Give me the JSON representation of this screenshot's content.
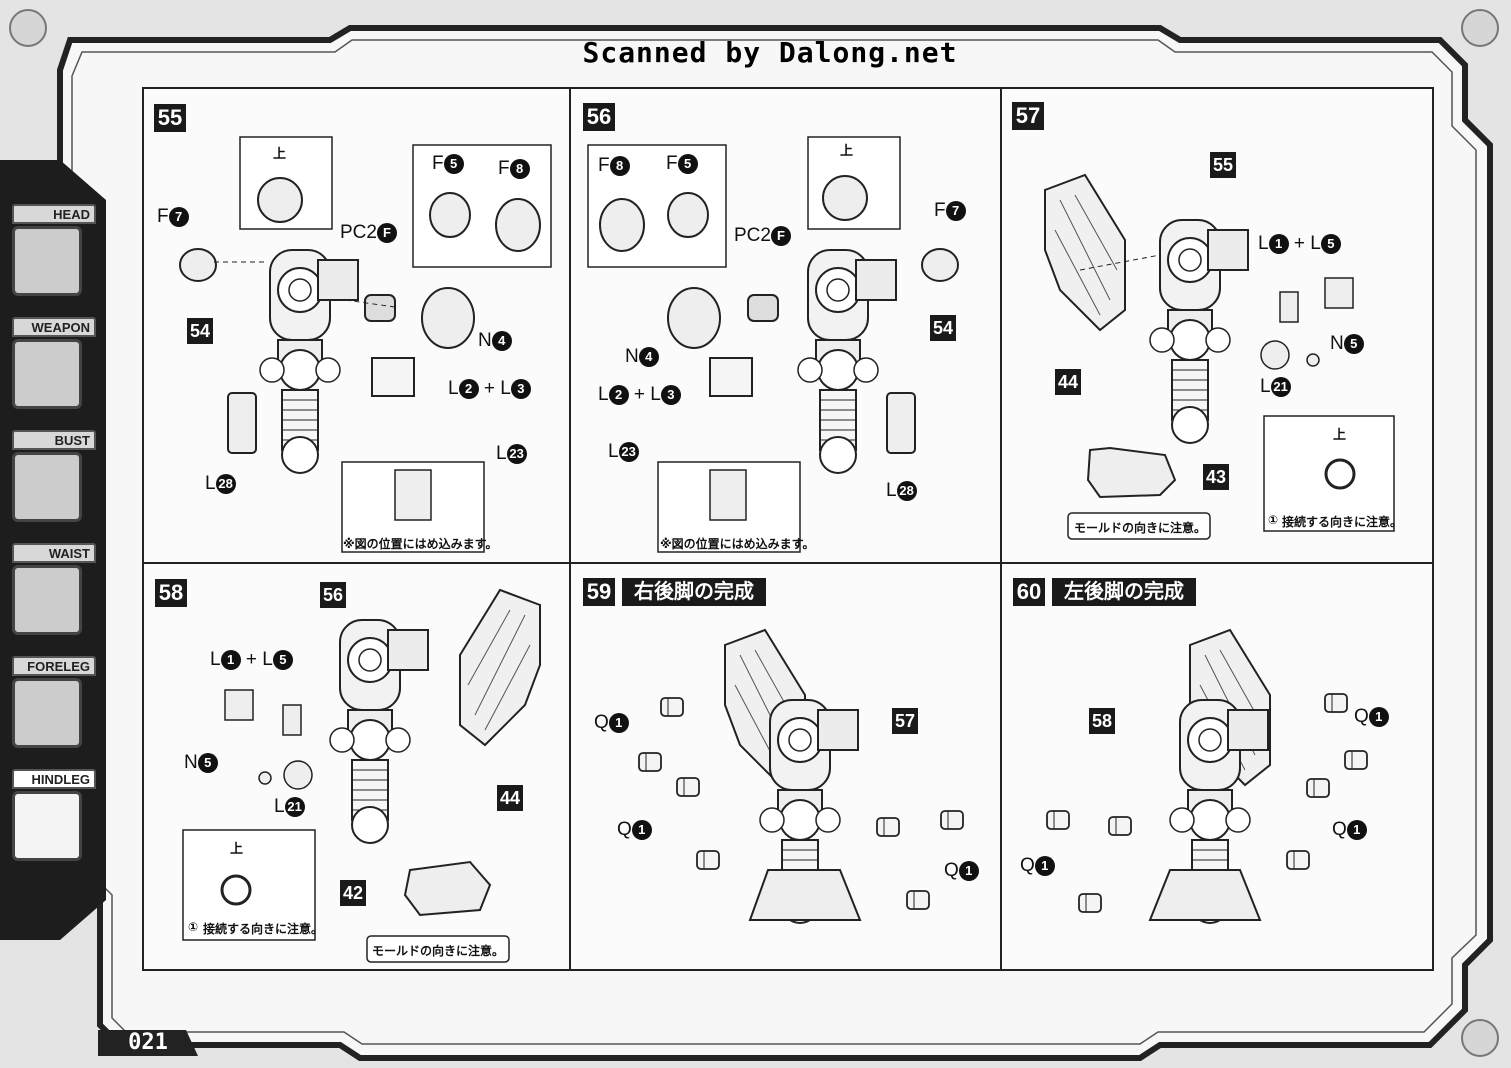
{
  "header": {
    "scan_credit": "Scanned by Dalong.net"
  },
  "sidebar": {
    "tabs": [
      {
        "label": "HEAD"
      },
      {
        "label": "WEAPON"
      },
      {
        "label": "BUST"
      },
      {
        "label": "WAIST"
      },
      {
        "label": "FORELEG"
      },
      {
        "label": "HINDLEG"
      }
    ],
    "active": "HINDLEG"
  },
  "page_number": "021",
  "steps": {
    "s55": {
      "number": "55",
      "part_main": "54",
      "c_f7": "F",
      "c_f7n": "7",
      "c_f5": "F",
      "c_f5n": "5",
      "c_f8": "F",
      "c_f8n": "8",
      "c_pc2": "PC2",
      "c_pc2n": "F",
      "c_n": "N",
      "c_nn": "4",
      "c_l2": "L",
      "c_l2n": "2",
      "plus": "+",
      "c_l3": "L",
      "c_l3n": "3",
      "c_l23": "L",
      "c_l23n": "23",
      "c_l28": "L",
      "c_l28n": "28",
      "up": "上",
      "note": "※図の位置にはめ込みます。"
    },
    "s56": {
      "number": "56",
      "part_main": "54",
      "c_f8": "F",
      "c_f8n": "8",
      "c_f5": "F",
      "c_f5n": "5",
      "c_f7": "F",
      "c_f7n": "7",
      "c_pc2": "PC2",
      "c_pc2n": "F",
      "c_n": "N",
      "c_nn": "4",
      "c_l2": "L",
      "c_l2n": "2",
      "plus": "+",
      "c_l3": "L",
      "c_l3n": "3",
      "c_l23": "L",
      "c_l23n": "23",
      "c_l28": "L",
      "c_l28n": "28",
      "up": "上",
      "note": "※図の位置にはめ込みます。"
    },
    "s57": {
      "number": "57",
      "part_top": "55",
      "part_left": "44",
      "part_bottom": "43",
      "c_l1": "L",
      "c_l1n": "1",
      "plus": "+",
      "c_l5": "L",
      "c_l5n": "5",
      "c_n": "N",
      "c_nn": "5",
      "c_l21": "L",
      "c_l21n": "21",
      "up": "上",
      "note_mold": "モールドの向きに注意。",
      "note_conn": "接続する向きに注意。"
    },
    "s58": {
      "number": "58",
      "part_top": "56",
      "part_right": "44",
      "part_bottom": "42",
      "c_l1": "L",
      "c_l1n": "1",
      "plus": "+",
      "c_l5": "L",
      "c_l5n": "5",
      "c_n": "N",
      "c_nn": "5",
      "c_l21": "L",
      "c_l21n": "21",
      "up": "上",
      "note_mold": "モールドの向きに注意。",
      "note_conn": "接続する向きに注意。"
    },
    "s59": {
      "number": "59",
      "title": "右後脚の完成",
      "part_main": "57",
      "c_q": "Q",
      "c_qn": "1"
    },
    "s60": {
      "number": "60",
      "title": "左後脚の完成",
      "part_main": "58",
      "c_q": "Q",
      "c_qn": "1"
    }
  }
}
